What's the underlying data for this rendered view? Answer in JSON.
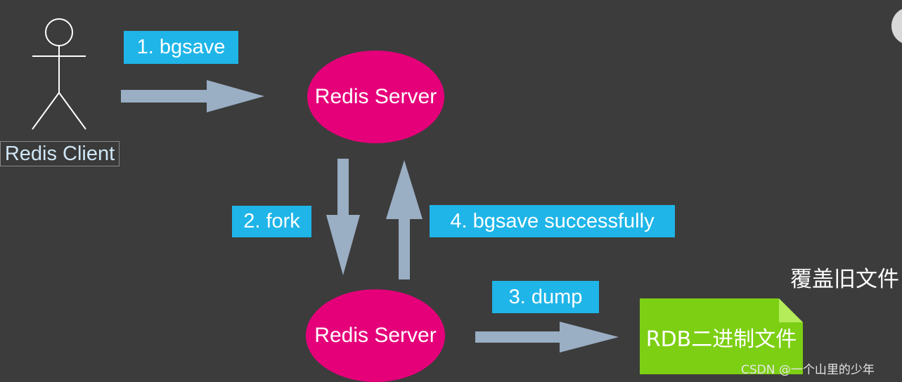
{
  "client": {
    "label": "Redis Client"
  },
  "steps": {
    "step1": "1. bgsave",
    "step2": "2. fork",
    "step3": "3.  dump",
    "step4": "4.  bgsave successfully"
  },
  "servers": {
    "top": "Redis Server",
    "bottom": "Redis Server"
  },
  "file": {
    "label": "RDB二进制文件"
  },
  "note": "覆盖旧文件",
  "watermark": "CSDN @一个山里的少年",
  "colors": {
    "background": "#3c3c3c",
    "label_box": "#1fb5e8",
    "server": "#e5007a",
    "arrow": "#9aaec4",
    "file_green": "#7ccf13"
  }
}
